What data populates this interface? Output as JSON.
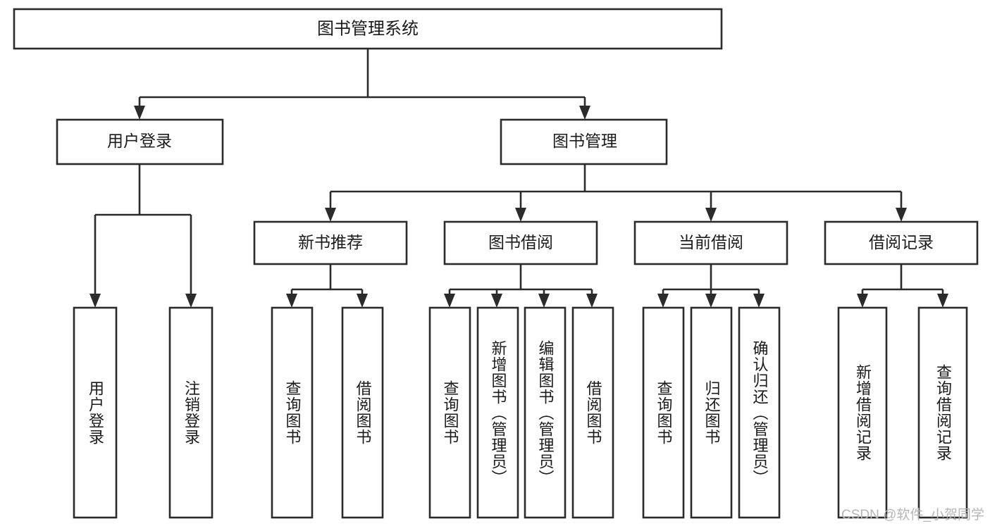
{
  "diagram": {
    "title": "图书管理系统",
    "type": "tree-hierarchy",
    "root": {
      "label": "图书管理系统",
      "level": 0
    },
    "level2": [
      {
        "label": "用户登录"
      },
      {
        "label": "图书管理"
      }
    ],
    "level3": [
      {
        "label": "新书推荐"
      },
      {
        "label": "图书借阅"
      },
      {
        "label": "当前借阅"
      },
      {
        "label": "借阅记录"
      }
    ],
    "leaves": {
      "user_login": [
        {
          "label": "用户登录"
        },
        {
          "label": "注销登录"
        }
      ],
      "new_book_recommend": [
        {
          "label": "查询图书"
        },
        {
          "label": "借阅图书"
        }
      ],
      "book_borrow": [
        {
          "label": "查询图书"
        },
        {
          "label": "新增图书（管理员）"
        },
        {
          "label": "编辑图书（管理员）"
        },
        {
          "label": "借阅图书"
        }
      ],
      "current_borrow": [
        {
          "label": "查询图书"
        },
        {
          "label": "归还图书"
        },
        {
          "label": "确认归还（管理员）"
        }
      ],
      "borrow_record": [
        {
          "label": "新增借阅记录"
        },
        {
          "label": "查询借阅记录"
        }
      ]
    }
  },
  "watermark": {
    "text": "CSDN @软件_小贺同学"
  },
  "colors": {
    "stroke": "#2b2b2b",
    "fill": "#ffffff",
    "text": "#1b1b1b",
    "watermark": "#b6b6b6"
  }
}
